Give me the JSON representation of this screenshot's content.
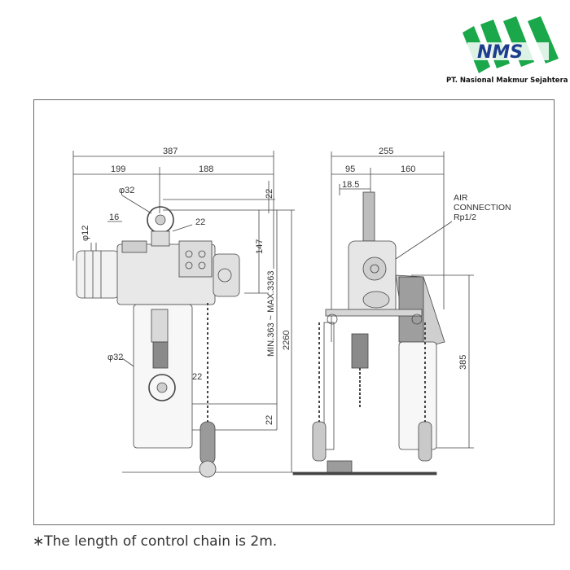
{
  "company": {
    "logo_text": "NMS",
    "name": "PT. Nasional Makmur Sejahtera",
    "colors": {
      "green": "#1aa84a",
      "blue": "#1f3d8f"
    }
  },
  "front_view": {
    "width_total": "387",
    "width_left": "199",
    "width_right": "188",
    "hook_top_dia": "φ32",
    "hook_top_throat": "22",
    "chain_dia": "φ12",
    "hook_gap": "16",
    "top_clearance": "22",
    "bottom_clearance": "22",
    "height_lift": "147",
    "hook_bottom_dia": "φ32",
    "hook_bottom_throat": "22",
    "headroom_range": "MIN.363 ~ MAX.3363",
    "height_total": "2260"
  },
  "side_view": {
    "width_total": "255",
    "width_left": "95",
    "width_right": "160",
    "offset": "18.5",
    "air_connection_line1": "AIR",
    "air_connection_line2": "CONNECTION",
    "air_connection_line3": "Rp1/2",
    "height_side": "385"
  },
  "footnote": "∗The length of control chain is 2m."
}
